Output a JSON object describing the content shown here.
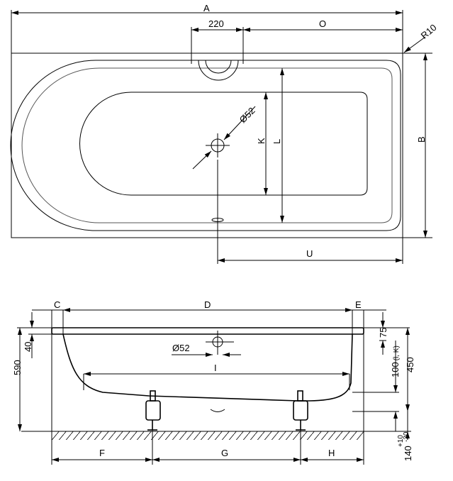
{
  "top_view": {
    "A": "A",
    "dim220": "220",
    "O": "O",
    "R10": "R10",
    "B": "B",
    "K": "K",
    "L": "L",
    "U": "U",
    "drain": "Ø52"
  },
  "side_view": {
    "C": "C",
    "D": "D",
    "E": "E",
    "drain": "Ø52",
    "I": "I",
    "F": "F",
    "G": "G",
    "H": "H",
    "d590": "590",
    "d40": "40",
    "d75": "75",
    "d100": "100",
    "d100_note": "(l, K)",
    "d450": "450",
    "d140": "140",
    "tol_plus": "+10",
    "tol_minus": "-30"
  }
}
